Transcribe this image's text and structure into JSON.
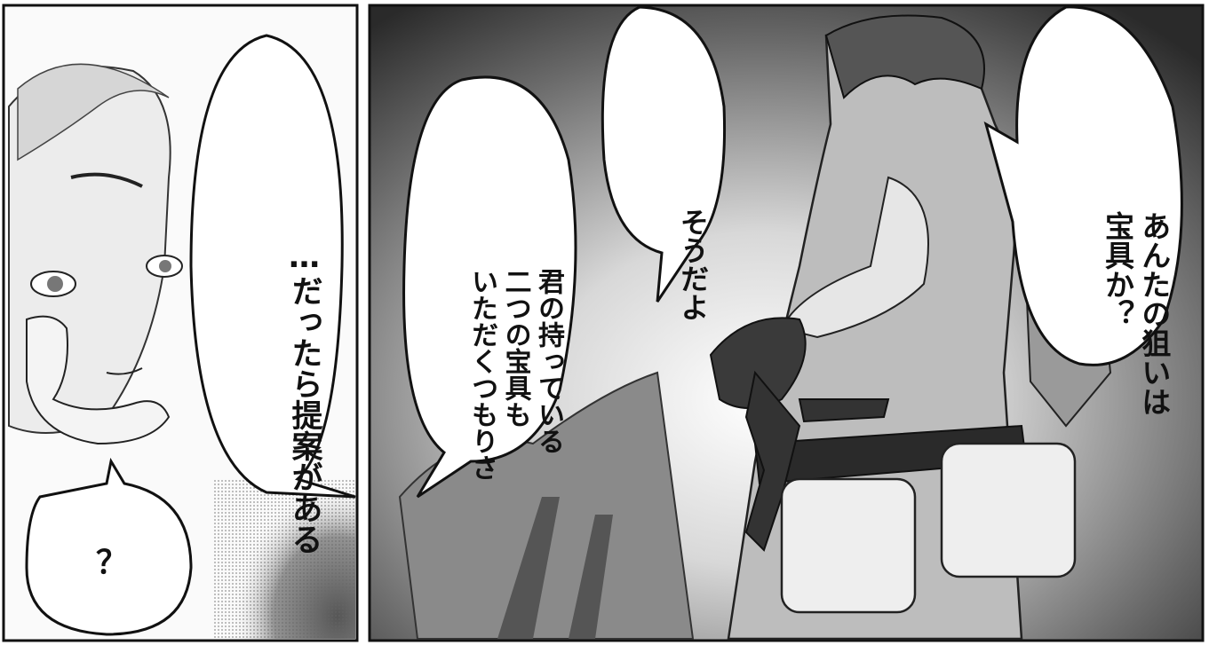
{
  "panels": [
    {
      "id": "left",
      "bubbles": [
        {
          "id": "offer",
          "lines": [
            "…だったら提案がある"
          ]
        },
        {
          "id": "question",
          "lines": [
            "？"
          ]
        }
      ]
    },
    {
      "id": "right",
      "bubbles": [
        {
          "id": "treasure-question",
          "lines": [
            "あんたの狙いは",
            "宝具か？"
          ]
        },
        {
          "id": "thats-right",
          "lines": [
            "そうだよ"
          ]
        },
        {
          "id": "take-both",
          "lines": [
            "君の持っている",
            "二つの宝具も",
            "いただくつもりさ"
          ]
        }
      ]
    }
  ]
}
